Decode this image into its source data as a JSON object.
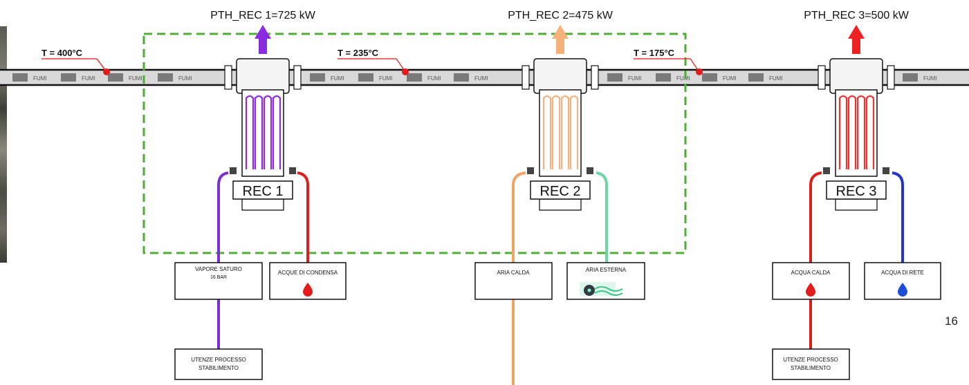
{
  "page_number": "16",
  "flue_label": "FUMI",
  "temperatures": [
    {
      "label": "T = 400°C"
    },
    {
      "label": "T = 235°C"
    },
    {
      "label": "T = 175°C"
    }
  ],
  "recuperators": [
    {
      "name": "REC 1",
      "power": "PTH_REC 1=725 kW",
      "color": "#8a2be2",
      "arrow_color": "#8a2be2",
      "left_line_color": "#7a2fd0",
      "right_line_color": "#d8201c"
    },
    {
      "name": "REC 2",
      "power": "PTH_REC 2=475 kW",
      "color": "#f4b27e",
      "arrow_color": "#f6b07a",
      "left_line_color": "#f0a468",
      "right_line_color": "#6fd4a4"
    },
    {
      "name": "REC 3",
      "power": "PTH_REC 3=500 kW",
      "color": "#ee3333",
      "arrow_color": "#ee2222",
      "left_line_color": "#d8201c",
      "right_line_color": "#2633c8"
    }
  ],
  "boxes": {
    "vapore": {
      "line1": "VAPORE SATURO",
      "line2": "16 BAR"
    },
    "condensa": {
      "text": "ACQUE DI CONDENSA"
    },
    "aria_calda": {
      "text": "ARIA CALDA"
    },
    "aria_esterna": {
      "text": "ARIA ESTERNA"
    },
    "acqua_calda": {
      "text": "ACQUA CALDA"
    },
    "acqua_rete": {
      "text": "ACQUA DI RETE"
    },
    "utenze1": {
      "line1": "UTENZE PROCESSO",
      "line2": "STABILIMENTO"
    },
    "utenze3": {
      "line1": "UTENZE PROCESSO",
      "line2": "STABILIMENTO"
    }
  },
  "colors": {
    "pipe": "#6d6d6d",
    "dashed_box": "#4caf33",
    "temperature_line": "#e53935",
    "temperature_dot": "#e31b1b",
    "red_drop": "#e31b1b",
    "blue_drop": "#1a4fd6"
  }
}
